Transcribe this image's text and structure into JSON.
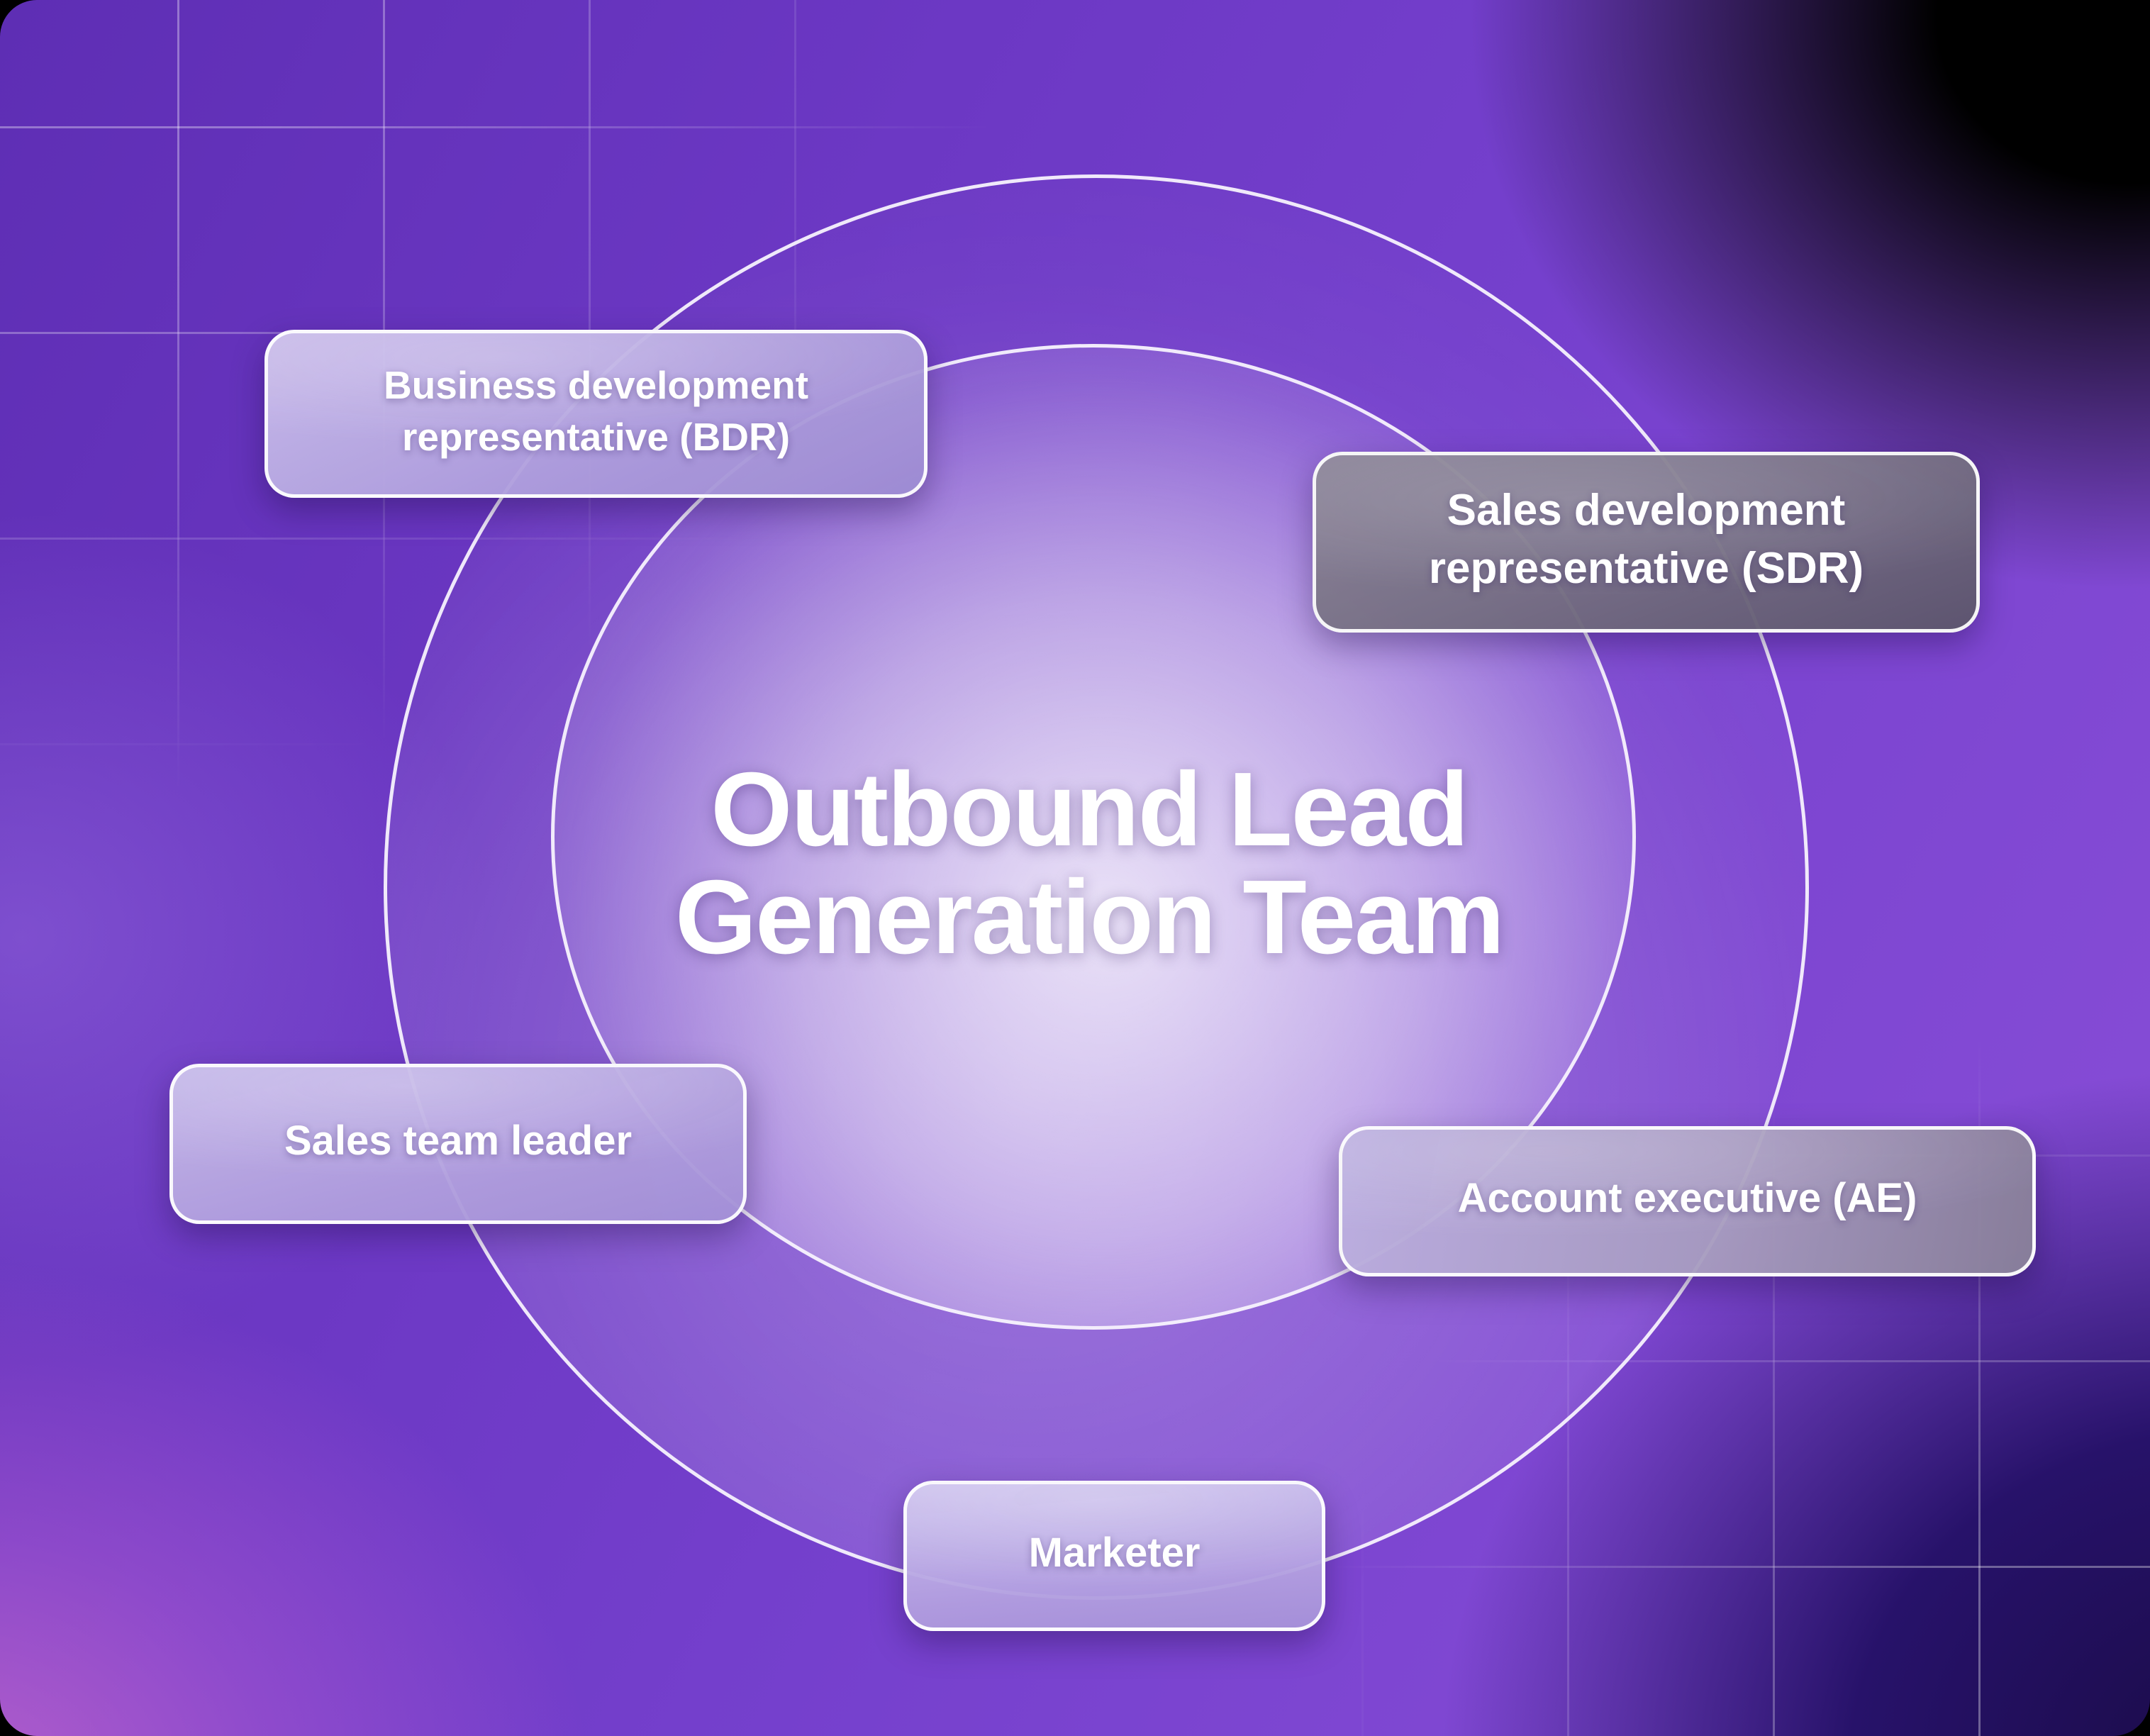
{
  "diagram": {
    "title_lines": [
      "Outbound Lead",
      "Generation Team"
    ],
    "roles": [
      {
        "label": "Business development representative (BDR)"
      },
      {
        "label": "Sales development representative (SDR)"
      },
      {
        "label": "Sales team leader"
      },
      {
        "label": "Account executive (AE)"
      },
      {
        "label": "Marketer"
      }
    ],
    "colors": {
      "background_purple": "#7540cd",
      "background_pink": "#c46ad0",
      "background_indigo": "#27126a",
      "background_black": "#050308",
      "circle_stroke": "#f7f2fd",
      "light_pill": "#b9a9dd",
      "dark_pill": "#766f84",
      "text": "#ffffff"
    }
  }
}
